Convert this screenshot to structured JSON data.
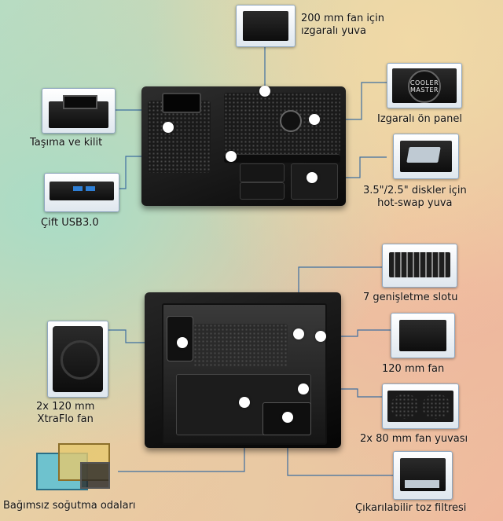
{
  "callouts": {
    "fan_200_line1": "200 mm fan için",
    "fan_200_line2": "ızgaralı yuva",
    "front_panel": "Izgaralı ön panel",
    "carry_lock": "Taşıma ve kilit",
    "hdd_line1": "3.5\"/2.5\" diskler için",
    "hdd_line2": "hot-swap yuva",
    "usb": "Çift USB3.0",
    "slots": "7 genişletme slotu",
    "fan_120": "120 mm fan",
    "xtraflo_line1": "2x 120 mm",
    "xtraflo_line2": "XtraFlo fan",
    "fan_80": "2x 80 mm fan yuvası",
    "cooling": "Bağımsız soğutma odaları",
    "dust_filter": "Çıkarılabilir toz filtresi"
  },
  "logo": {
    "line1": "COOLER",
    "line2": "MASTER"
  },
  "colors": {
    "leader_line": "#3f6fa0",
    "case_body": "#111111"
  }
}
